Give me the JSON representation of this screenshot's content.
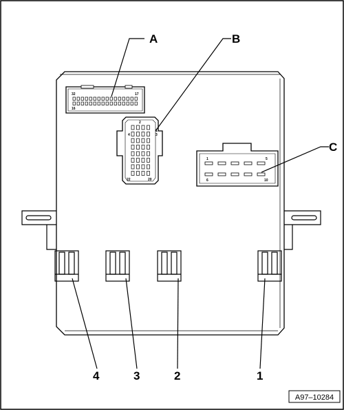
{
  "callouts": {
    "A": "A",
    "B": "B",
    "C": "C",
    "n1": "1",
    "n2": "2",
    "n3": "3",
    "n4": "4"
  },
  "connector_a": {
    "pin_top_left": "32",
    "pin_top_right": "17",
    "pin_bottom_left": "16"
  },
  "connector_b": {
    "pin_top": "2",
    "pin_left": "4",
    "pin_right_a": "1",
    "pin_right_b": "3",
    "pin_bottom_left": "22",
    "pin_bottom_right": "20"
  },
  "connector_c": {
    "pin_1": "1",
    "pin_5": "5",
    "pin_6": "6",
    "pin_10": "10"
  },
  "figure_code": "A97–10284"
}
